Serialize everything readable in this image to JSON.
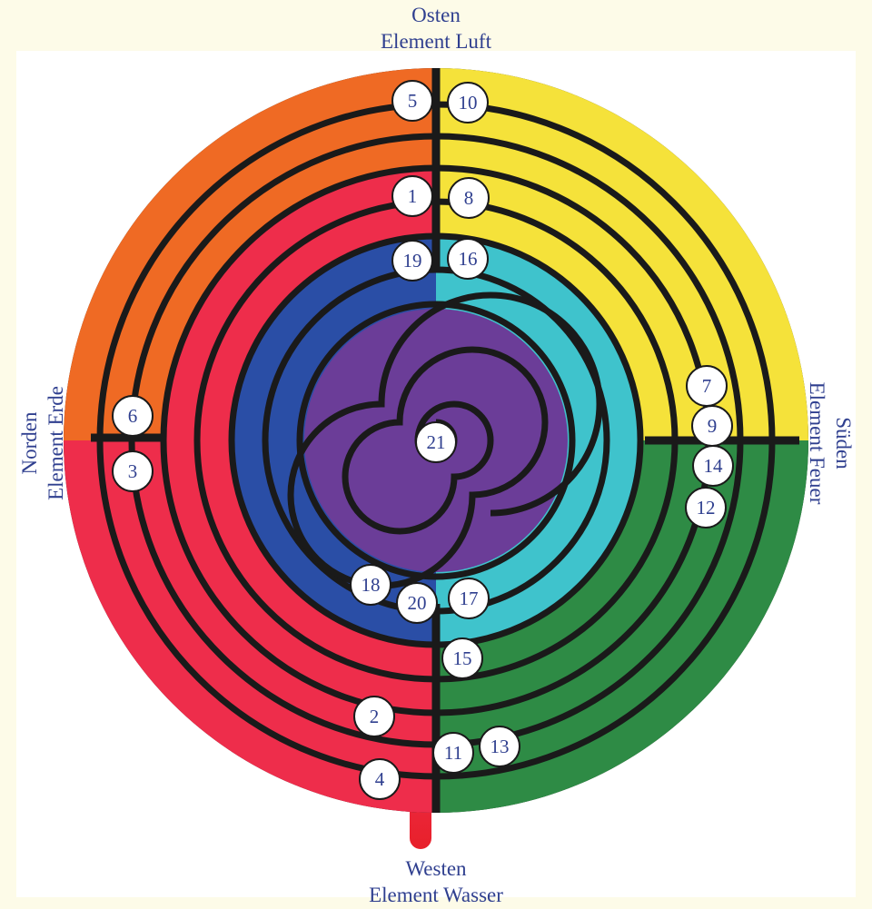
{
  "directions": {
    "top": {
      "line1": "Osten",
      "line2": "Element Luft"
    },
    "bottom": {
      "line1": "Westen",
      "line2": "Element Wasser"
    },
    "left": {
      "line1": "Norden",
      "line2": "Element Erde"
    },
    "right": {
      "line1": "Süden",
      "line2": "Element Feuer"
    }
  },
  "colors": {
    "background": "#fdfbe8",
    "outline": "#1a1a1a",
    "orange": "#ef6a24",
    "red": "#ee2d4b",
    "yellow": "#f5e23a",
    "blue": "#2a4ea6",
    "cyan": "#3fc3cc",
    "green": "#2e8b45",
    "purple": "#6b3d98",
    "label_text": "#2f3f8f"
  },
  "markers": [
    "1",
    "2",
    "3",
    "4",
    "5",
    "6",
    "7",
    "8",
    "9",
    "10",
    "11",
    "12",
    "13",
    "14",
    "15",
    "16",
    "17",
    "18",
    "19",
    "20",
    "21"
  ]
}
